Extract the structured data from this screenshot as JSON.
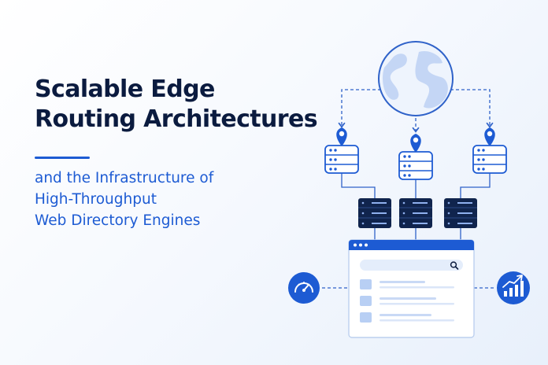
{
  "headline": {
    "line1": "Scalable Edge",
    "line2": "Routing Architectures"
  },
  "subheadline": {
    "line1": "and the Infrastructure of",
    "line2": "High-Throughput",
    "line3": "Web Directory Engines"
  },
  "illustration": {
    "icons": [
      "globe-icon",
      "location-pin-icon",
      "server-icon",
      "search-icon",
      "speedometer-icon",
      "growth-chart-icon"
    ],
    "colors": {
      "primary": "#1d5bd3",
      "navy": "#0b1b3f",
      "dark_server": "#10244d",
      "light_fill": "#e9f1fd",
      "line": "#2f62c9"
    }
  }
}
